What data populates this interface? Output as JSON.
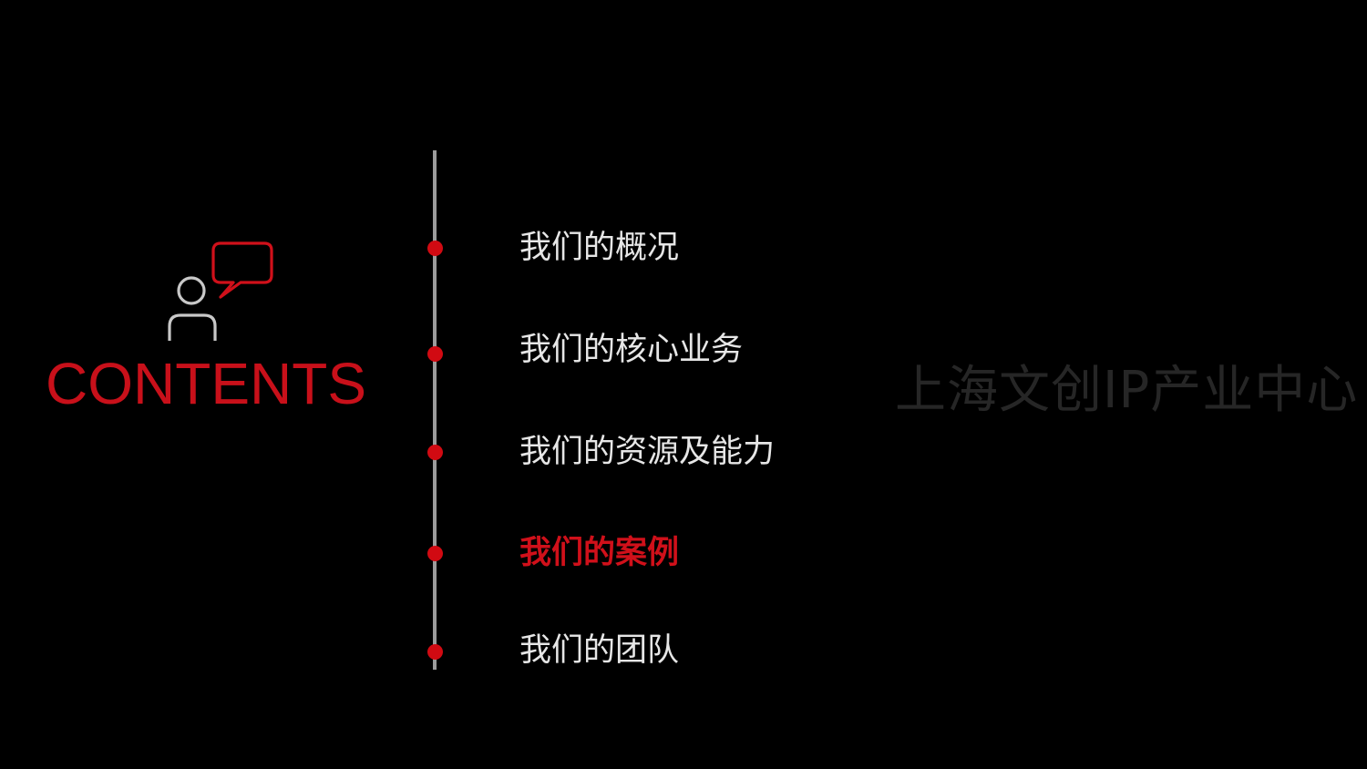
{
  "slide": {
    "title": "CONTENTS",
    "watermark": "上海文创IP产业中心",
    "colors": {
      "background": "#000000",
      "accent": "#d0101a",
      "text": "#e6e6e6",
      "timeline": "#9c9c9c",
      "watermark": "#262626"
    },
    "icon": "person-speech-bubble-icon",
    "menu": {
      "items": [
        {
          "label": "我们的概况",
          "active": false
        },
        {
          "label": "我们的核心业务",
          "active": false
        },
        {
          "label": "我们的资源及能力",
          "active": false
        },
        {
          "label": "我们的案例",
          "active": true
        },
        {
          "label": "我们的团队",
          "active": false
        }
      ]
    }
  }
}
